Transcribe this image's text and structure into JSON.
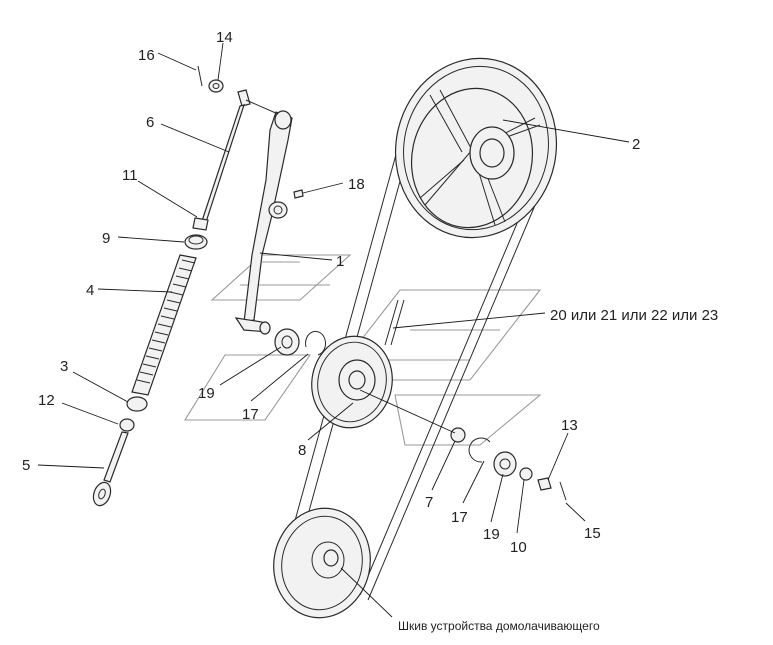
{
  "labels": {
    "l1": "1",
    "l2": "2",
    "l3": "3",
    "l4": "4",
    "l5": "5",
    "l6": "6",
    "l7": "7",
    "l8": "8",
    "l9": "9",
    "l10": "10",
    "l11": "11",
    "l12": "12",
    "l13": "13",
    "l14": "14",
    "l15": "15",
    "l16": "16",
    "l17a": "17",
    "l17b": "17",
    "l18": "18",
    "l19a": "19",
    "l19b": "19",
    "l20": "20 или 21 или 22 или 23"
  },
  "caption": "Шкив устройства домолачивающего"
}
